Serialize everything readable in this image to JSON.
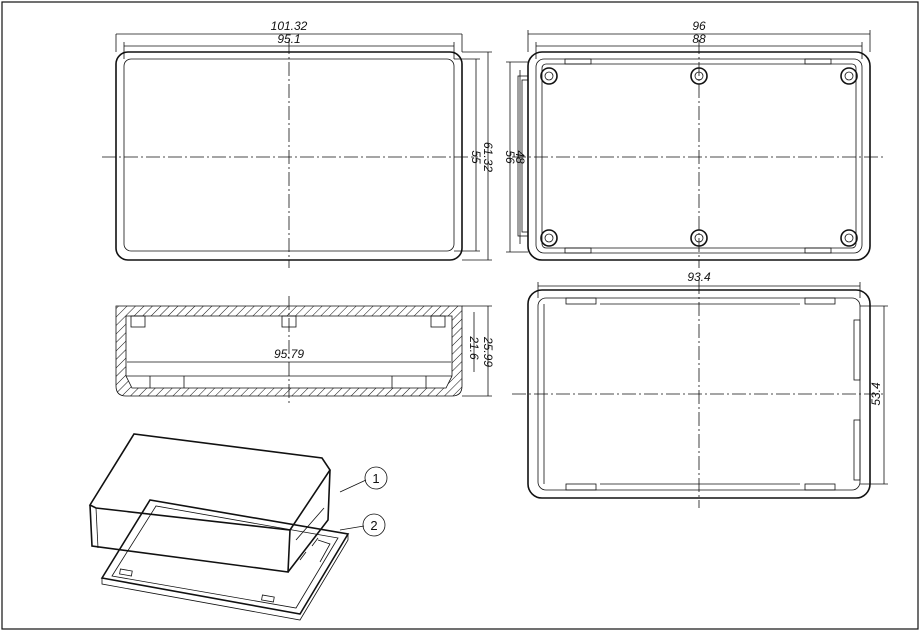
{
  "dimensions": {
    "top_outer_width": "101.32",
    "top_inner_width": "95.1",
    "top_inner_height": "55",
    "top_outer_height": "61.32",
    "base_outer_width": "96",
    "base_inner_width": "88",
    "base_outer_height": "56",
    "base_inner_height": "48",
    "section_inner_width": "95.79",
    "section_inner_height": "21.6",
    "section_outer_height": "25.99",
    "bottom_inner_width": "93.4",
    "bottom_inner_height": "53.4"
  },
  "parts": {
    "part_1": "1",
    "part_2": "2"
  }
}
